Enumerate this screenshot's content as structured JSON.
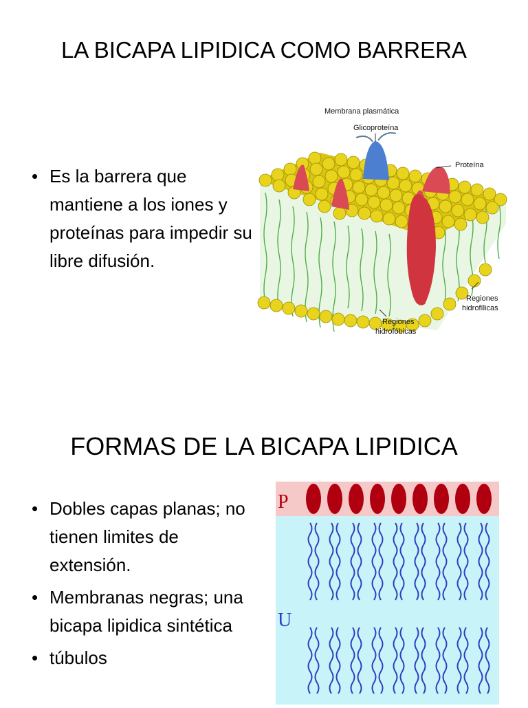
{
  "slide1": {
    "title": "LA BICAPA LIPIDICA COMO BARRERA",
    "bullets": [
      "Es la barrera que mantiene a los iones y proteínas para impedir su libre difusión."
    ],
    "figure": {
      "labels": {
        "membrane": "Membrana plasmática",
        "glycoprotein": "Glicoproteína",
        "protein": "Proteína",
        "hydrophilic": [
          "Regiones",
          "hidrofílicas"
        ],
        "hydrophobic": [
          "Regiones",
          "hidrofóbicas"
        ]
      },
      "colors": {
        "head": "#e6d21a",
        "tail": "#4fae4a",
        "protein": "#d94a55",
        "glycoprotein": "#4d7fd0"
      }
    }
  },
  "slide2": {
    "title": "FORMAS DE LA BICAPA LIPIDICA",
    "bullets": [
      "Dobles capas planas; no tienen limites de extensión.",
      "Membranas negras; una bicapa lipidica sintética",
      "túbulos"
    ],
    "figure": {
      "labels": {
        "polar": "P",
        "nonpolar": "U"
      },
      "colors": {
        "polar_band": "#f6c9c9",
        "head": "#b00010",
        "background": "#c8f3f8",
        "tail": "#2f3fc0"
      }
    }
  },
  "bullet_char": "•"
}
